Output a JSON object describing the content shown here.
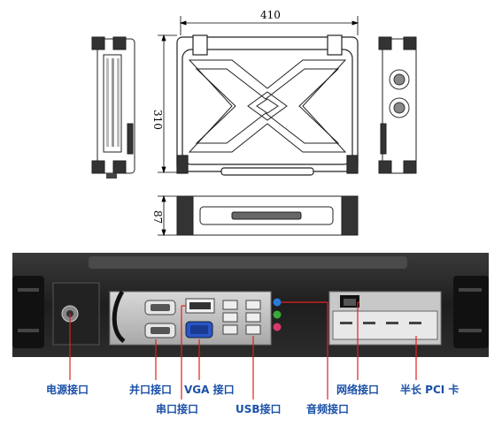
{
  "dimensions": {
    "width": "410",
    "height": "310",
    "depth": "87"
  },
  "port_labels": {
    "power": "电源接口",
    "parallel": "并口接口",
    "vga": "VGA 接口",
    "serial": "串口接口",
    "usb": "USB接口",
    "audio": "音频接口",
    "network": "网络接口",
    "pci": "半长 PCI 卡"
  },
  "colors": {
    "label": "#1a50a8",
    "leader": "#e02020",
    "chassis": "#2a2a2a"
  }
}
